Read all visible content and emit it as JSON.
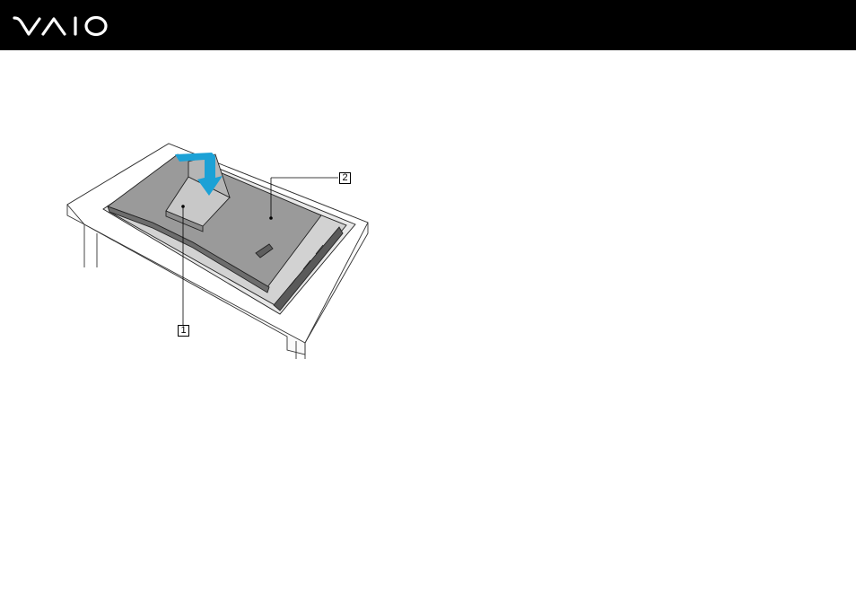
{
  "header": {
    "logo_name": "vaio-logo",
    "background": "#000000",
    "logo_color": "#ffffff"
  },
  "figure": {
    "description_icon": "all-in-one-pc-back-cover-and-stand-illustration",
    "accent": "#1ba1d6",
    "callouts": [
      {
        "label": "1"
      },
      {
        "label": "2"
      }
    ]
  }
}
